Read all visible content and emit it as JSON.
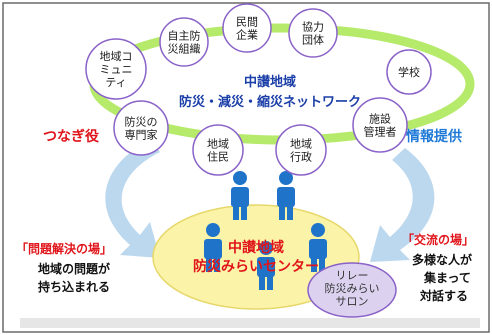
{
  "network": {
    "title_line1": "中讃地域",
    "title_line2": "防災・減災・縮災ネットワーク",
    "nodes": [
      {
        "lines": [
          "自主防",
          "災組織"
        ]
      },
      {
        "lines": [
          "民間",
          "企業"
        ]
      },
      {
        "lines": [
          "協力",
          "団体"
        ]
      },
      {
        "lines": [
          "地域コ",
          "ミュニ",
          "ティ"
        ]
      },
      {
        "lines": [
          "学校"
        ]
      },
      {
        "lines": [
          "防災の",
          "専門家"
        ]
      },
      {
        "lines": [
          "地域",
          "住民"
        ]
      },
      {
        "lines": [
          "地域",
          "行政"
        ]
      },
      {
        "lines": [
          "施設",
          "管理者"
        ]
      }
    ]
  },
  "side_labels": {
    "left": "つなぎ役",
    "right": "情報提供"
  },
  "left_text": {
    "heading": "「問題解決の場」",
    "line1": "地域の問題が",
    "line2": "持ち込まれる"
  },
  "right_text": {
    "heading": "「交流の場」",
    "line1": "多様な人が",
    "line2": "集まって",
    "line3": "対話する"
  },
  "center": {
    "line1": "中讃地域",
    "line2": "防災みらいセンター"
  },
  "salon": {
    "lines": [
      "リレー",
      "防災みらい",
      "サロン"
    ]
  },
  "colors": {
    "ring": "#b6ea6a",
    "node_border": "#8a62c8",
    "person": "#1f73c9",
    "center_fill": "#fbf3a8",
    "arrow": "#bcd8ee",
    "salon_fill": "#dcd2f0"
  }
}
